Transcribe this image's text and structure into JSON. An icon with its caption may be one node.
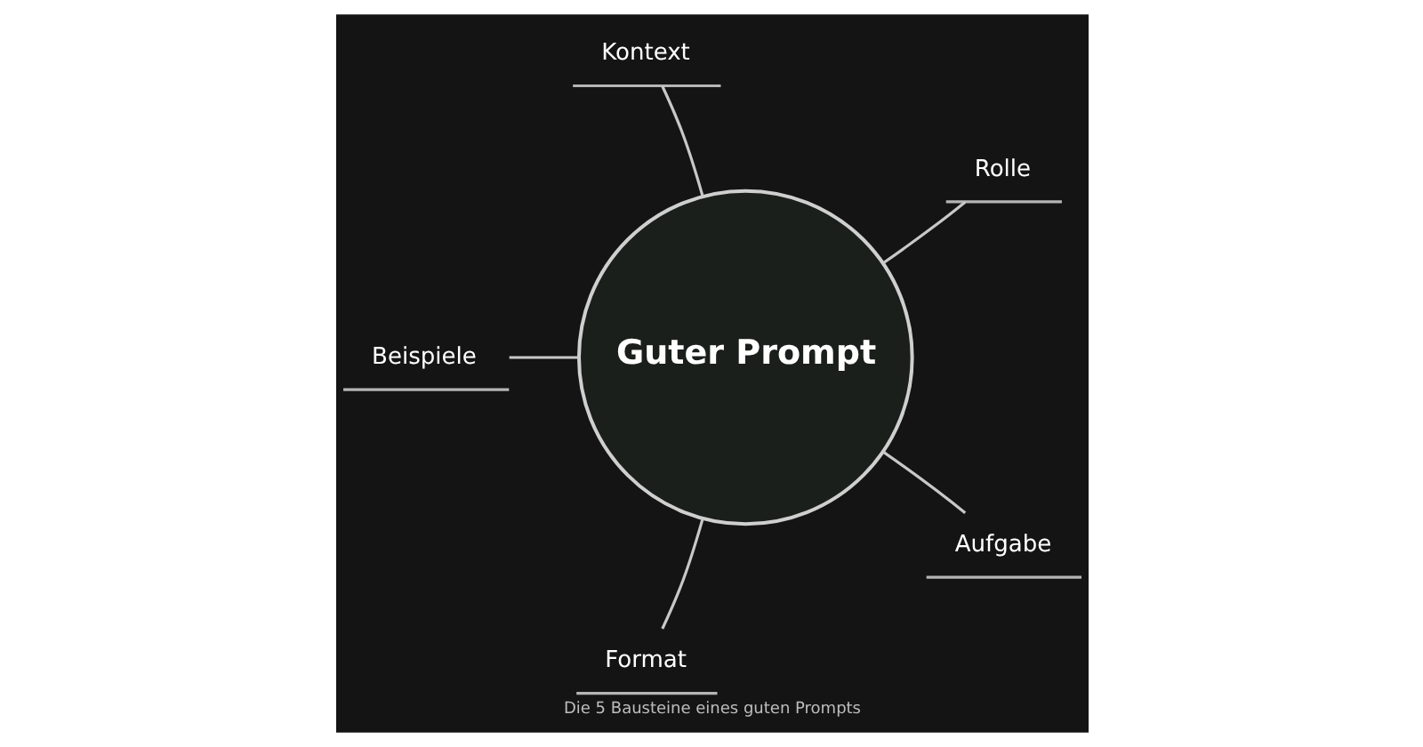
{
  "diagram": {
    "caption": "Die 5 Bausteine eines guten Prompts",
    "nodes": [
      {
        "text": [
          "Guter Prompt"
        ]
      },
      {
        "text": [
          "Rolle"
        ]
      },
      {
        "text": [
          "Kontext"
        ]
      },
      {
        "text": [
          "Beispiele"
        ]
      },
      {
        "text": [
          "Format"
        ]
      },
      {
        "text": [
          "Aufgabe"
        ]
      }
    ],
    "edges": [
      {
        "from": 0,
        "to": 1,
        "arrow": "none"
      },
      {
        "from": 0,
        "to": 2,
        "arrow": "none"
      },
      {
        "from": 0,
        "to": 3,
        "arrow": "none"
      },
      {
        "from": 0,
        "to": 4,
        "arrow": "none"
      },
      {
        "from": 0,
        "to": 5,
        "arrow": "none"
      }
    ]
  }
}
